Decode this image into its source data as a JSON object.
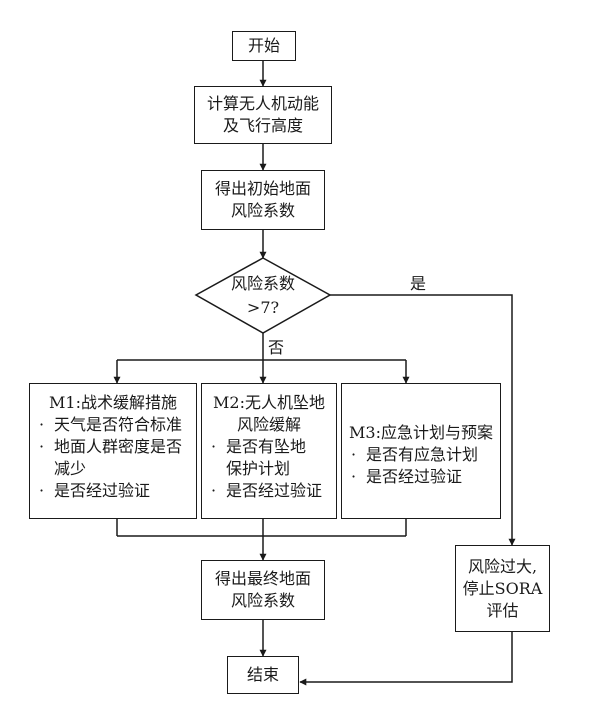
{
  "start": "开始",
  "calc": [
    "计算无人机动能",
    "及飞行高度"
  ],
  "initial_risk": [
    "得出初始地面",
    "风险系数"
  ],
  "decision": [
    "风险系数",
    ">7?"
  ],
  "yes_label": "是",
  "no_label": "否",
  "m1": {
    "title": "M1:战术缓解措施",
    "items": [
      [
        "天气是否符合标准"
      ],
      [
        "地面人群密度是否",
        "减少"
      ],
      [
        "是否经过验证"
      ]
    ]
  },
  "m2": {
    "title": [
      "M2:无人机坠地",
      "风险缓解"
    ],
    "items": [
      [
        "是否有坠地",
        "保护计划"
      ],
      [
        "是否经过验证"
      ]
    ]
  },
  "m3": {
    "title": "M3:应急计划与预案",
    "items": [
      [
        "是否有应急计划"
      ],
      [
        "是否经过验证"
      ]
    ]
  },
  "bullet": "·",
  "final_risk": [
    "得出最终地面",
    "风险系数"
  ],
  "too_high": [
    "风险过大,",
    "停止SORA",
    "评估"
  ],
  "end": "结束"
}
